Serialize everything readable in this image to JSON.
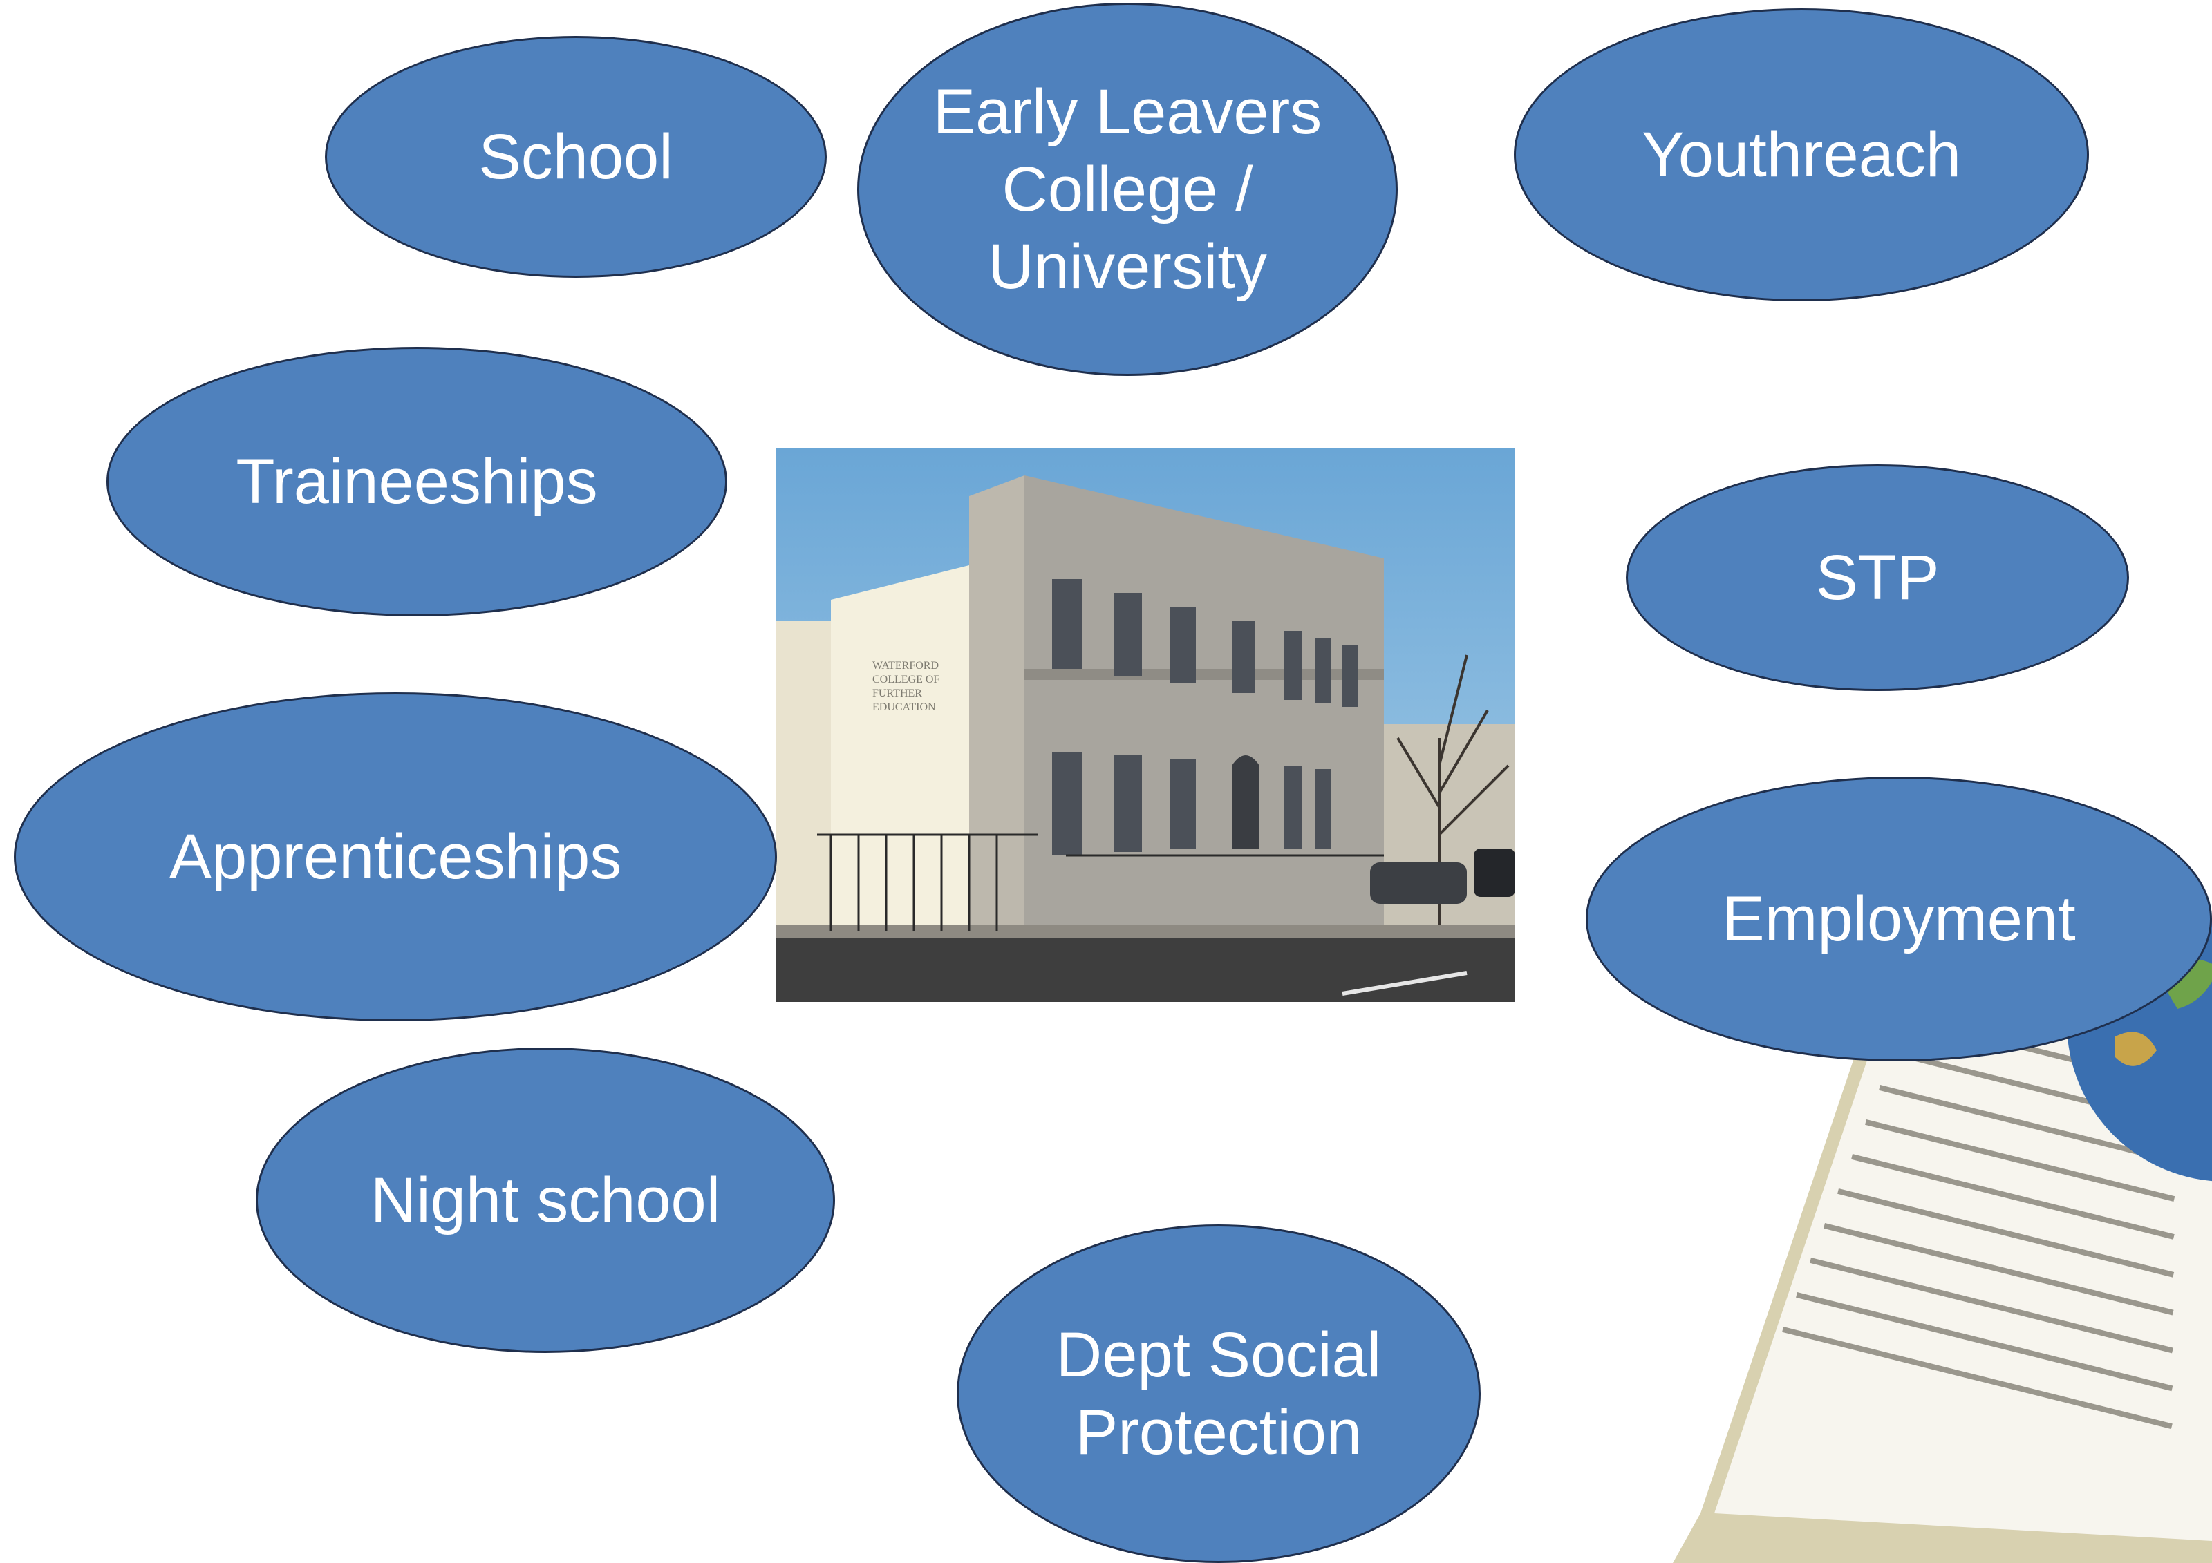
{
  "colors": {
    "oval_fill": "#4f81bd",
    "oval_border": "#1f2f4d",
    "text": "#ffffff"
  },
  "ovals": {
    "school": "School",
    "early_leavers": "Early Leavers College / University",
    "youthreach": "Youthreach",
    "traineeships": "Traineeships",
    "stp": "STP",
    "apprenticeships": "Apprenticeships",
    "employment": "Employment",
    "night_school": "Night school",
    "dept_social_protection": "Dept Social Protection"
  },
  "photo": {
    "sign_text": "WATERFORD COLLEGE OF FURTHER EDUCATION"
  }
}
